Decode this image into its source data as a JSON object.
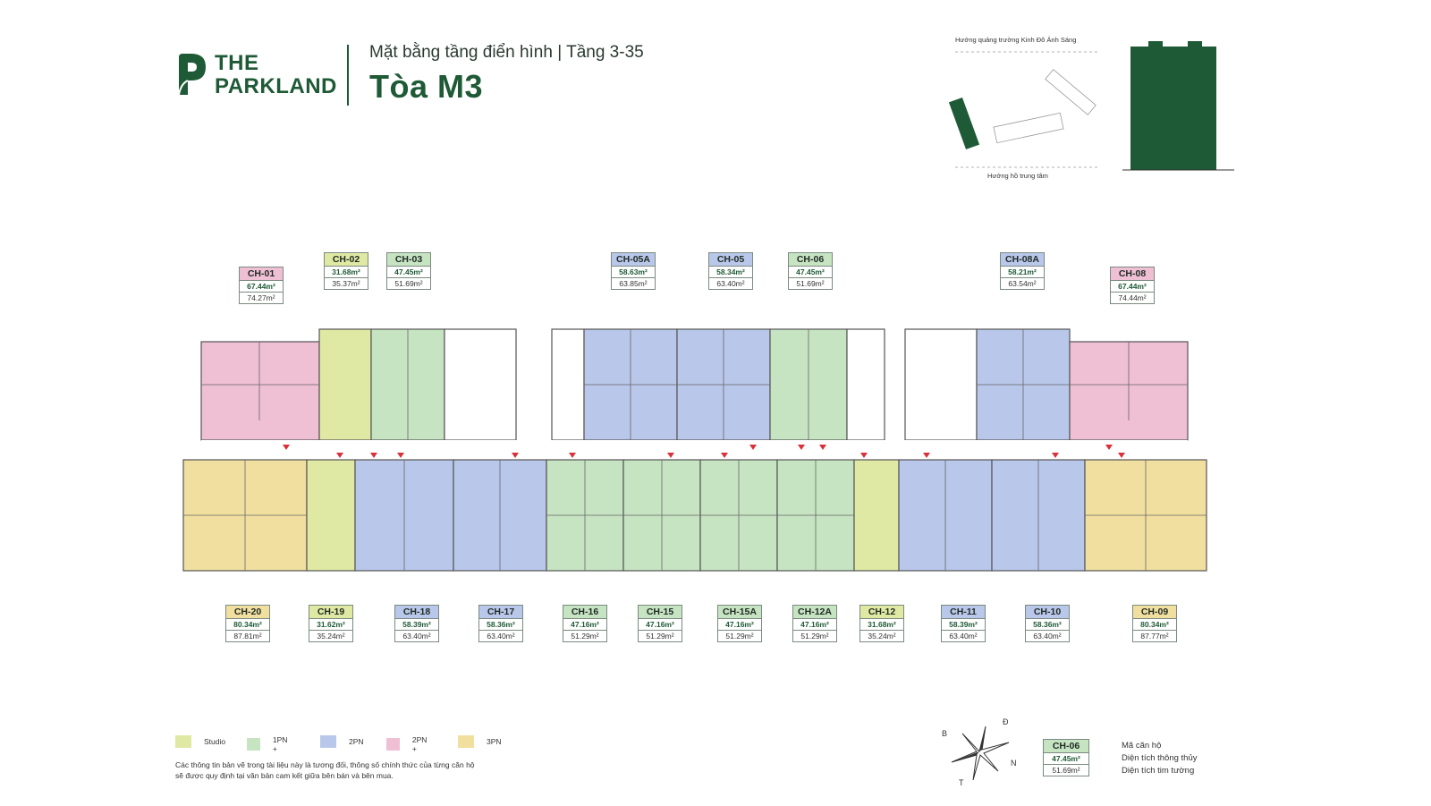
{
  "brand": {
    "line1": "THE",
    "line2": "PARKLAND"
  },
  "header": {
    "subtitle": "Mặt bằng tầng điển hình | Tầng 3-35",
    "title": "Tòa M3"
  },
  "keyplan": {
    "top_label": "Hướng quảng trường Kinh Đô Ánh Sáng",
    "bottom_label": "Hướng hồ trung tâm"
  },
  "colors": {
    "brand": "#1f5a36",
    "studio": "#dfe9a3",
    "1pn_plus": "#c6e3c2",
    "2pn": "#b9c7ea",
    "2pn_plus": "#efbfd4",
    "3pn": "#f1dfa0"
  },
  "legend": [
    {
      "label": "Studio",
      "color": "#dfe9a3"
    },
    {
      "label": "1PN +",
      "color": "#c6e3c2"
    },
    {
      "label": "2PN",
      "color": "#b9c7ea"
    },
    {
      "label": "2PN +",
      "color": "#efbfd4"
    },
    {
      "label": "3PN",
      "color": "#f1dfa0"
    }
  ],
  "note": {
    "line1": "Các thông tin bản vẽ trong tài liệu này là tương đối, thông số chính thức của từng căn hộ",
    "line2": "sẽ được quy định tại văn bản cam kết giữa bên bán và bên mua."
  },
  "info_box": {
    "code": "CH-06",
    "area1": "47.45m²",
    "area2": "51.69m²",
    "label_code": "Mã căn hộ",
    "label_area1": "Diện tích thông thủy",
    "label_area2": "Diện tích tim tường"
  },
  "compass": {
    "n": "N",
    "e": "Đ",
    "s": "T",
    "w": "B"
  },
  "units_top": [
    {
      "code": "CH-01",
      "a1": "67.44m²",
      "a2": "74.27m²",
      "type": "2pn_plus"
    },
    {
      "code": "CH-02",
      "a1": "31.68m²",
      "a2": "35.37m²",
      "type": "studio"
    },
    {
      "code": "CH-03",
      "a1": "47.45m²",
      "a2": "51.69m²",
      "type": "1pn_plus"
    },
    {
      "code": "CH-05A",
      "a1": "58.63m²",
      "a2": "63.85m²",
      "type": "2pn"
    },
    {
      "code": "CH-05",
      "a1": "58.34m²",
      "a2": "63.40m²",
      "type": "2pn"
    },
    {
      "code": "CH-06",
      "a1": "47.45m²",
      "a2": "51.69m²",
      "type": "1pn_plus"
    },
    {
      "code": "CH-08A",
      "a1": "58.21m²",
      "a2": "63.54m²",
      "type": "2pn"
    },
    {
      "code": "CH-08",
      "a1": "67.44m²",
      "a2": "74.44m²",
      "type": "2pn_plus"
    }
  ],
  "units_bottom": [
    {
      "code": "CH-20",
      "a1": "80.34m²",
      "a2": "87.81m²",
      "type": "3pn"
    },
    {
      "code": "CH-19",
      "a1": "31.62m²",
      "a2": "35.24m²",
      "type": "studio"
    },
    {
      "code": "CH-18",
      "a1": "58.39m²",
      "a2": "63.40m²",
      "type": "2pn"
    },
    {
      "code": "CH-17",
      "a1": "58.36m²",
      "a2": "63.40m²",
      "type": "2pn"
    },
    {
      "code": "CH-16",
      "a1": "47.16m²",
      "a2": "51.29m²",
      "type": "1pn_plus"
    },
    {
      "code": "CH-15",
      "a1": "47.16m²",
      "a2": "51.29m²",
      "type": "1pn_plus"
    },
    {
      "code": "CH-15A",
      "a1": "47.16m²",
      "a2": "51.29m²",
      "type": "1pn_plus"
    },
    {
      "code": "CH-12A",
      "a1": "47.16m²",
      "a2": "51.29m²",
      "type": "1pn_plus"
    },
    {
      "code": "CH-12",
      "a1": "31.68m²",
      "a2": "35.24m²",
      "type": "studio"
    },
    {
      "code": "CH-11",
      "a1": "58.39m²",
      "a2": "63.40m²",
      "type": "2pn"
    },
    {
      "code": "CH-10",
      "a1": "58.36m²",
      "a2": "63.40m²",
      "type": "2pn"
    },
    {
      "code": "CH-09",
      "a1": "80.34m²",
      "a2": "87.77m²",
      "type": "3pn"
    }
  ]
}
